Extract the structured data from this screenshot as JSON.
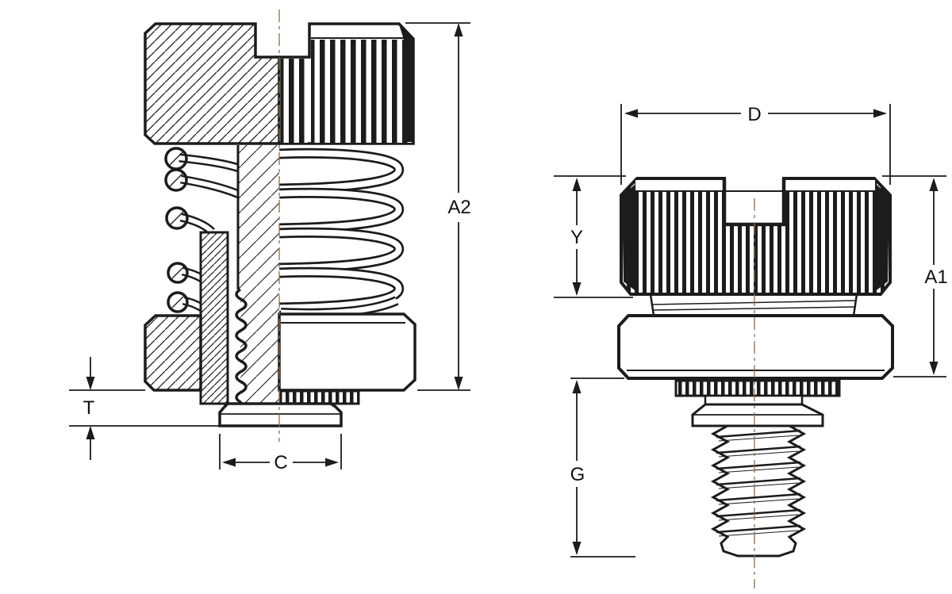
{
  "drawing": {
    "colors": {
      "line": "#1c1c1c",
      "centerline": "#8a6f4a",
      "background": "#ffffff",
      "text": "#111111"
    },
    "labels": {
      "a2": "A2",
      "t": "T",
      "c": "C",
      "d": "D",
      "y": "Y",
      "a1": "A1",
      "g": "G"
    }
  }
}
